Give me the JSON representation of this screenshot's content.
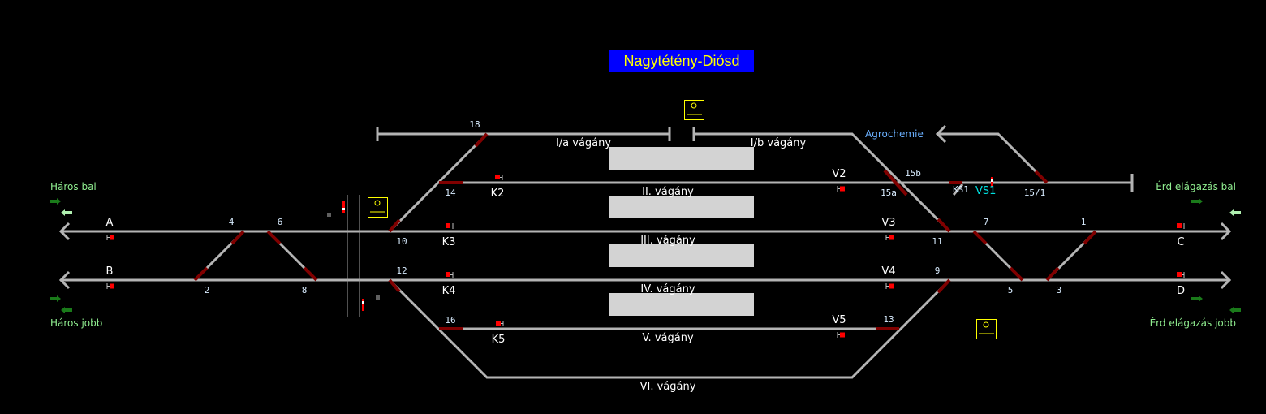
{
  "title": "Nagytétény-Diósd",
  "colors": {
    "title_bg": "#0000ff",
    "title_text": "#ffff00",
    "track": "#b4b4b4",
    "switch": "#800000",
    "signal": "#ff0000",
    "platform": "#d3d3d3",
    "direction_label": "#90ee90",
    "branch_label": "#6ab0ff"
  },
  "directions": {
    "haros_bal": "Háros bal",
    "haros_jobb": "Háros jobb",
    "erd_bal": "Érd elágazás bal",
    "erd_jobb": "Érd elágazás jobb"
  },
  "branch": "Agrochemie",
  "tracks": {
    "ia": "I/a vágány",
    "ib": "I/b vágány",
    "ii": "II. vágány",
    "iii": "III. vágány",
    "iv": "IV. vágány",
    "v": "V. vágány",
    "vi": "VI. vágány"
  },
  "switches": {
    "s18": "18",
    "s14": "14",
    "s10": "10",
    "s12": "12",
    "s16": "16",
    "s4": "4",
    "s6": "6",
    "s2": "2",
    "s8": "8",
    "s15b": "15b",
    "s15a": "15a",
    "s151": "15/1",
    "s11": "11",
    "s7": "7",
    "s1": "1",
    "s9": "9",
    "s5": "5",
    "s3": "3",
    "s13": "13"
  },
  "signals": {
    "A": "A",
    "B": "B",
    "C": "C",
    "D": "D",
    "K2": "K2",
    "K3": "K3",
    "K4": "K4",
    "K5": "K5",
    "V2": "V2",
    "V3": "V3",
    "V4": "V4",
    "V5": "V5",
    "KS1": "KS1",
    "VS1": "VS1"
  }
}
